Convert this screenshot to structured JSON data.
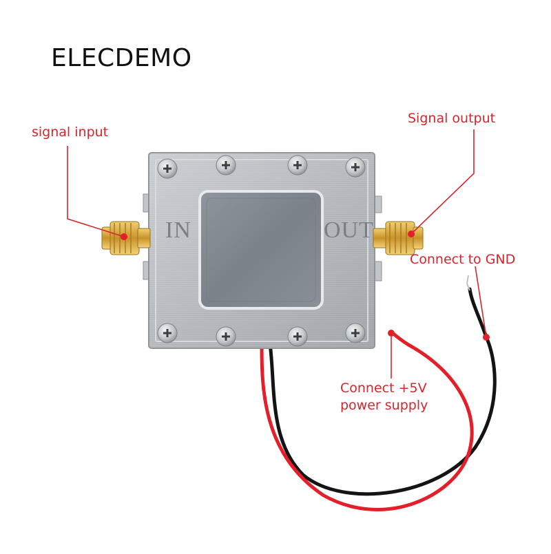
{
  "brand": "ELECDEMO",
  "module": {
    "in_mark": "IN",
    "out_mark": "OUT"
  },
  "callouts": {
    "signal_input": "signal input",
    "signal_output": "Signal output",
    "connect_gnd": "Connect to GND",
    "connect_power_line1": "Connect +5V",
    "connect_power_line2": "power supply"
  },
  "colors": {
    "callout_red": "#d4262c",
    "brand_text": "#111111",
    "wire_red": "#e3202a",
    "wire_black": "#141414",
    "connector_gold": "#d9a93a"
  }
}
